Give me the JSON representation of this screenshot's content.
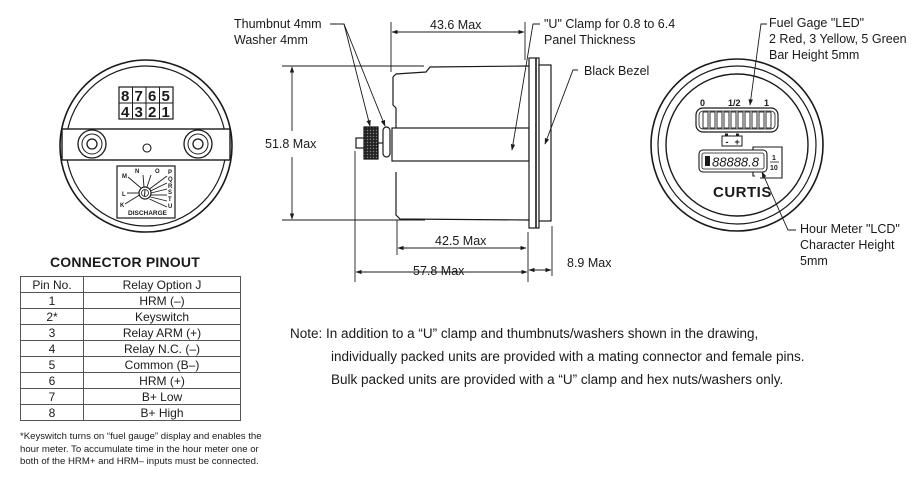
{
  "rear_view": {
    "pin_numbers_top": [
      "8",
      "7",
      "6",
      "5"
    ],
    "pin_numbers_bottom": [
      "4",
      "3",
      "2",
      "1"
    ],
    "dial_letters": [
      "K",
      "L",
      "M",
      "N",
      "O",
      "P",
      "Q",
      "R",
      "S",
      "T",
      "U"
    ],
    "dial_label": "DISCHARGE"
  },
  "side_view": {
    "labels": {
      "thumbnut": "Thumbnut 4mm",
      "washer": "Washer 4mm",
      "u_clamp_line1": "\"U\" Clamp for 0.8 to 6.4",
      "u_clamp_line2": "Panel Thickness",
      "black_bezel": "Black Bezel"
    },
    "dimensions": {
      "top_length": "43.6 Max",
      "height": "51.8 Max",
      "body_length": "42.5 Max",
      "overall_length": "57.8 Max",
      "bezel_depth": "8.9 Max"
    }
  },
  "front_view": {
    "scale_labels": [
      "0",
      "1/2",
      "1"
    ],
    "led_bar_count": 10,
    "battery_minus": "-",
    "battery_plus": "+",
    "lcd_digits": "88888.8",
    "fraction_top": "1",
    "fraction_bottom": "10",
    "brand": "CURTIS",
    "fuel_gage_label": [
      "Fuel Gage \"LED\"",
      "2 Red, 3 Yellow, 5 Green",
      "Bar Height 5mm"
    ],
    "hour_meter_label": [
      "Hour Meter \"LCD\"",
      "Character Height",
      "5mm"
    ]
  },
  "connector_pinout": {
    "title": "CONNECTOR PINOUT",
    "headers": [
      "Pin No.",
      "Relay Option J"
    ],
    "rows": [
      [
        "1",
        "HRM (–)"
      ],
      [
        "2*",
        "Keyswitch"
      ],
      [
        "3",
        "Relay ARM (+)"
      ],
      [
        "4",
        "Relay N.C. (–)"
      ],
      [
        "5",
        "Common (B–)"
      ],
      [
        "6",
        "HRM (+)"
      ],
      [
        "7",
        "B+ Low"
      ],
      [
        "8",
        "B+ High"
      ]
    ],
    "footnote": "*Keyswitch turns on “fuel gauge” display and enables the\n hour meter. To accumulate time in the hour meter one or\n both of the HRM+ and HRM– inputs must be connected."
  },
  "note": {
    "prefix": "Note:",
    "line1": "In addition to a “U” clamp and thumbnuts/washers shown in the drawing,",
    "line2": "individually packed units are provided with a mating connector and female pins.",
    "line3": "Bulk packed units are provided with a “U” clamp and hex nuts/washers only."
  }
}
